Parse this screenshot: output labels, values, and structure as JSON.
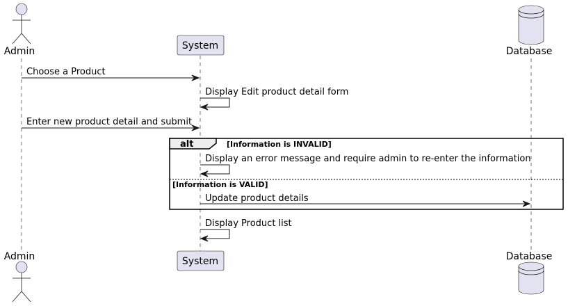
{
  "participants": {
    "admin": {
      "name": "Admin",
      "kind": "actor"
    },
    "system": {
      "name": "System",
      "kind": "participant"
    },
    "database": {
      "name": "Database",
      "kind": "database"
    }
  },
  "messages": [
    {
      "from": "admin",
      "to": "system",
      "text": "Choose a Product"
    },
    {
      "from": "system",
      "to": "system",
      "text": "Display Edit product detail form"
    },
    {
      "from": "admin",
      "to": "system",
      "text": "Enter new product detail and submit"
    },
    {
      "from": "system",
      "to": "system",
      "text": "Display an error message and require admin to re-enter the information"
    },
    {
      "from": "system",
      "to": "database",
      "text": "Update product details"
    },
    {
      "from": "system",
      "to": "system",
      "text": "Display Product list"
    }
  ],
  "alt_fragment": {
    "keyword": "alt",
    "guard_1": "[Information is INVALID]",
    "guard_2": "[Information is VALID]"
  },
  "colors": {
    "participant_fill": "#E2E2F0",
    "line": "#181818",
    "alt_tab_fill": "#EEEEEE"
  }
}
